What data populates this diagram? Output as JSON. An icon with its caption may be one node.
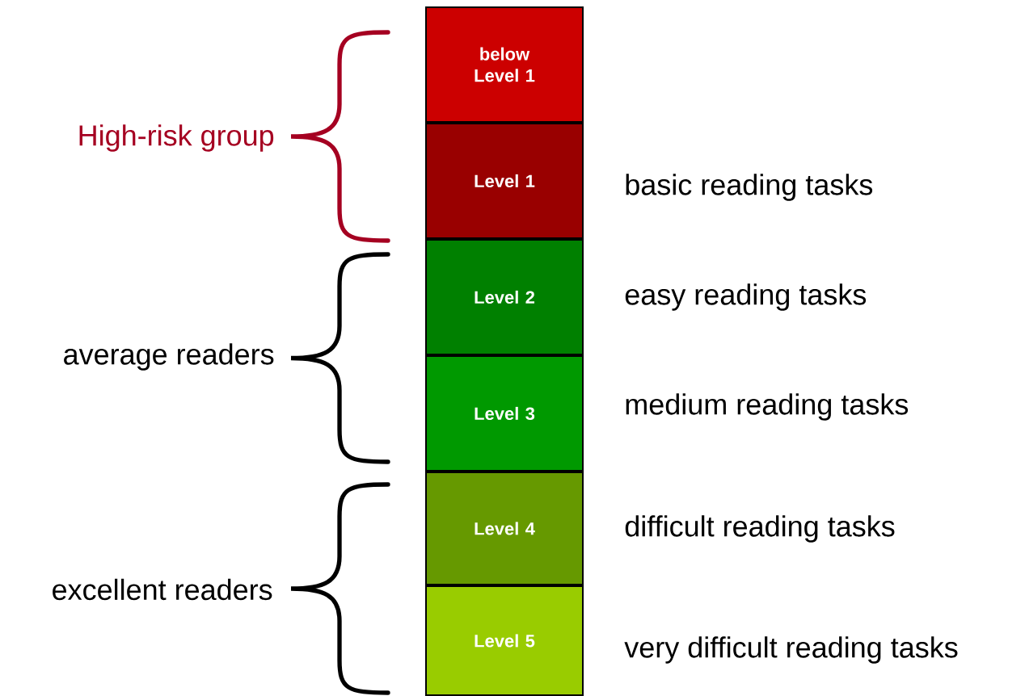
{
  "diagram": {
    "nodes": [
      {
        "text": [
          "below Level 1"
        ]
      },
      {
        "text": [
          "Level 1"
        ],
        "beside": [
          "basic reading tasks"
        ]
      },
      {
        "text": [
          "Level 2"
        ],
        "beside": [
          "easy reading tasks"
        ]
      },
      {
        "text": [
          "Level 3"
        ],
        "beside": [
          "medium reading tasks"
        ]
      },
      {
        "text": [
          "Level 4"
        ],
        "beside": [
          "difficult reading tasks"
        ]
      },
      {
        "text": [
          "Level 5"
        ],
        "beside": [
          "very difficult reading tasks"
        ]
      }
    ],
    "labels": [
      "High-risk group",
      "average readers",
      "excellent readers"
    ]
  }
}
